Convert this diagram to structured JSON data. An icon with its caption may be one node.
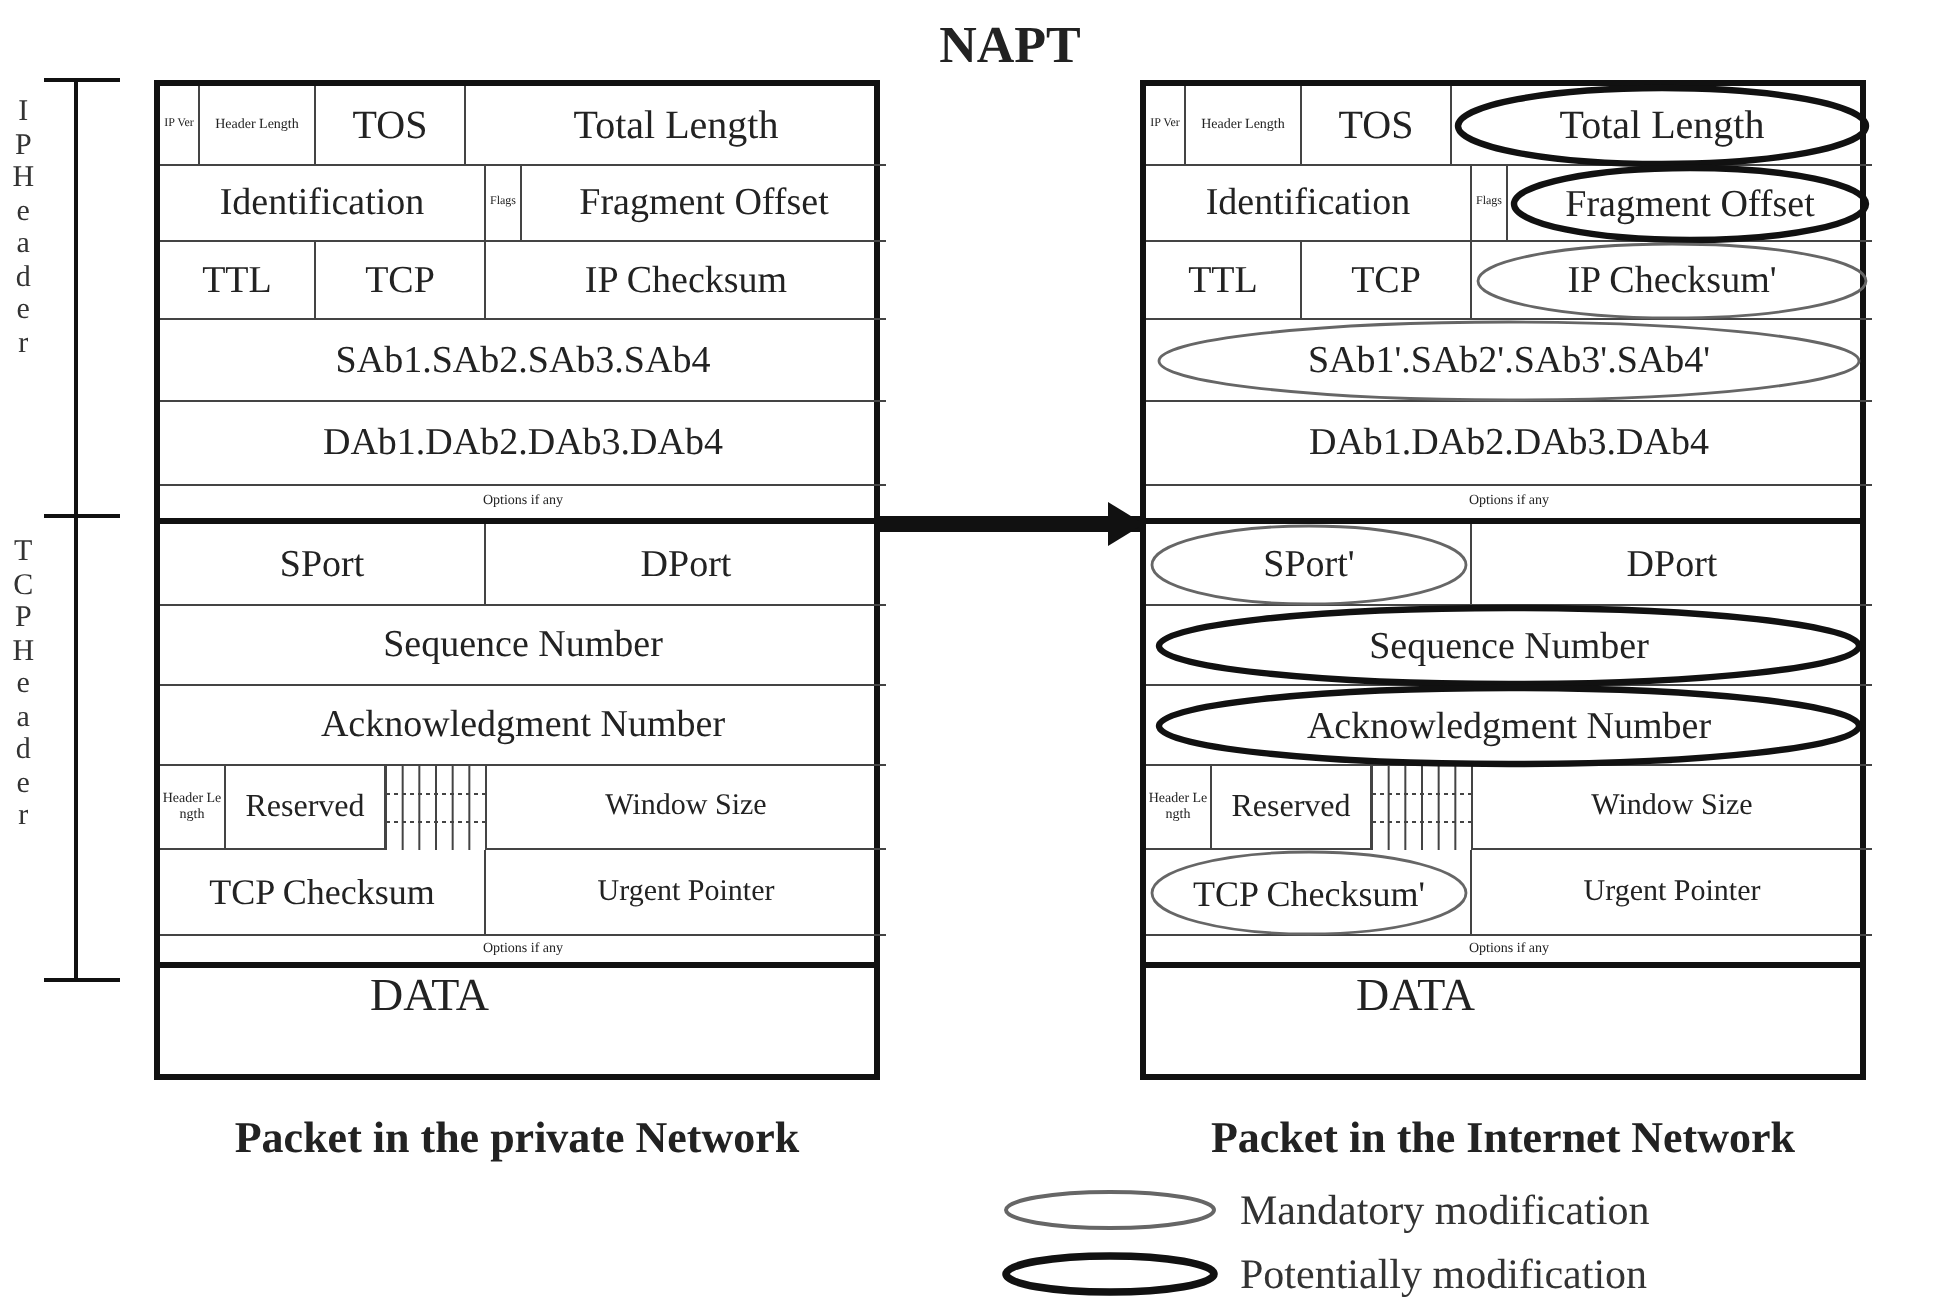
{
  "diagram": {
    "title": "NAPT",
    "nodes": [
      {
        "text": [
          "Packet in the private Network"
        ]
      },
      {
        "text": [
          "IP Ver"
        ],
        "in": 0
      },
      {
        "text": [
          "Header Length"
        ],
        "in": 0
      },
      {
        "text": [
          "TOS"
        ],
        "in": 0
      },
      {
        "text": [
          "Total Length"
        ],
        "in": 0
      },
      {
        "text": [
          "Identification"
        ],
        "in": 0
      },
      {
        "text": [
          "Flags"
        ],
        "in": 0
      },
      {
        "text": [
          "Fragment Offset"
        ],
        "in": 0
      },
      {
        "text": [
          "TTL"
        ],
        "in": 0
      },
      {
        "text": [
          "TCP"
        ],
        "in": 0
      },
      {
        "text": [
          "IP Checksum"
        ],
        "in": 0
      },
      {
        "text": [
          "SAb1.SAb2.SAb3.SAb4"
        ],
        "in": 0
      },
      {
        "text": [
          "DAb1.DAb2.DAb3.DAb4"
        ],
        "in": 0
      },
      {
        "text": [
          "Options if any"
        ],
        "in": 0
      },
      {
        "text": [
          "SPort"
        ],
        "in": 0
      },
      {
        "text": [
          "DPort"
        ],
        "in": 0
      },
      {
        "text": [
          "Sequence Number"
        ],
        "in": 0
      },
      {
        "text": [
          "Acknowledgment Number"
        ],
        "in": 0
      },
      {
        "text": [
          "Header Length"
        ],
        "in": 0
      },
      {
        "text": [
          "Reserved"
        ],
        "in": 0
      },
      {
        "text": [
          "Window Size"
        ],
        "in": 0
      },
      {
        "text": [
          "TCP Checksum"
        ],
        "in": 0
      },
      {
        "text": [
          "Urgent Pointer"
        ],
        "in": 0
      },
      {
        "text": [
          "Options if any"
        ],
        "in": 0
      },
      {
        "text": [
          "DATA"
        ],
        "in": 0
      },
      {
        "text": [
          "Packet in the Internet Network"
        ]
      },
      {
        "text": [
          "IP Ver"
        ],
        "in": 25
      },
      {
        "text": [
          "Header Length"
        ],
        "in": 25
      },
      {
        "text": [
          "TOS"
        ],
        "in": 25
      },
      {
        "text": [],
        "shape": "box",
        "in": 25
      },
      {
        "text": [
          "Total Length"
        ],
        "in": 29
      },
      {
        "text": [
          "Identification"
        ],
        "in": 25
      },
      {
        "text": [
          "Flags"
        ],
        "in": 25
      },
      {
        "text": [],
        "shape": "box",
        "in": 25
      },
      {
        "text": [
          "Fragment Offset"
        ],
        "in": 33
      },
      {
        "text": [
          "TTL"
        ],
        "in": 25
      },
      {
        "text": [
          "TCP"
        ],
        "in": 25
      },
      {
        "text": [],
        "shape": "box",
        "in": 25
      },
      {
        "text": [
          "IP Checksum'"
        ],
        "in": 37
      },
      {
        "text": [],
        "shape": "box",
        "in": 25
      },
      {
        "text": [
          "SAb1'.SAb2'.SAb3'.SAb4'"
        ],
        "in": 39
      },
      {
        "text": [
          "DAb1.DAb2.DAb3.DAb4"
        ],
        "in": 25
      },
      {
        "text": [
          "Options if any"
        ],
        "in": 25
      },
      {
        "text": [],
        "shape": "box",
        "in": 25
      },
      {
        "text": [
          "SPort'"
        ],
        "in": 43
      },
      {
        "text": [
          "DPort"
        ],
        "in": 25
      },
      {
        "text": [],
        "shape": "box",
        "in": 25
      },
      {
        "text": [
          "Sequence Number"
        ],
        "in": 46
      },
      {
        "text": [],
        "shape": "box",
        "in": 25
      },
      {
        "text": [
          "Acknowledgment Number"
        ],
        "in": 48
      },
      {
        "text": [
          "Header Length"
        ],
        "in": 25
      },
      {
        "text": [
          "Reserved"
        ],
        "in": 25
      },
      {
        "text": [
          "Window Size"
        ],
        "in": 25
      },
      {
        "text": [],
        "shape": "box",
        "in": 25
      },
      {
        "text": [
          "TCP Checksum'"
        ],
        "in": 53
      },
      {
        "text": [
          "Urgent Pointer"
        ],
        "in": 25
      },
      {
        "text": [
          "Options if any"
        ],
        "in": 25
      },
      {
        "text": [
          "DATA"
        ],
        "in": 25
      }
    ],
    "edges": [
      {
        "from": 0,
        "to": 25,
        "arrow": "to"
      }
    ],
    "labels": [
      "IP Header",
      "TCP Header"
    ],
    "legend": [
      {
        "text": "Mandatory modification"
      },
      {
        "text": "Potentially modification"
      }
    ]
  }
}
